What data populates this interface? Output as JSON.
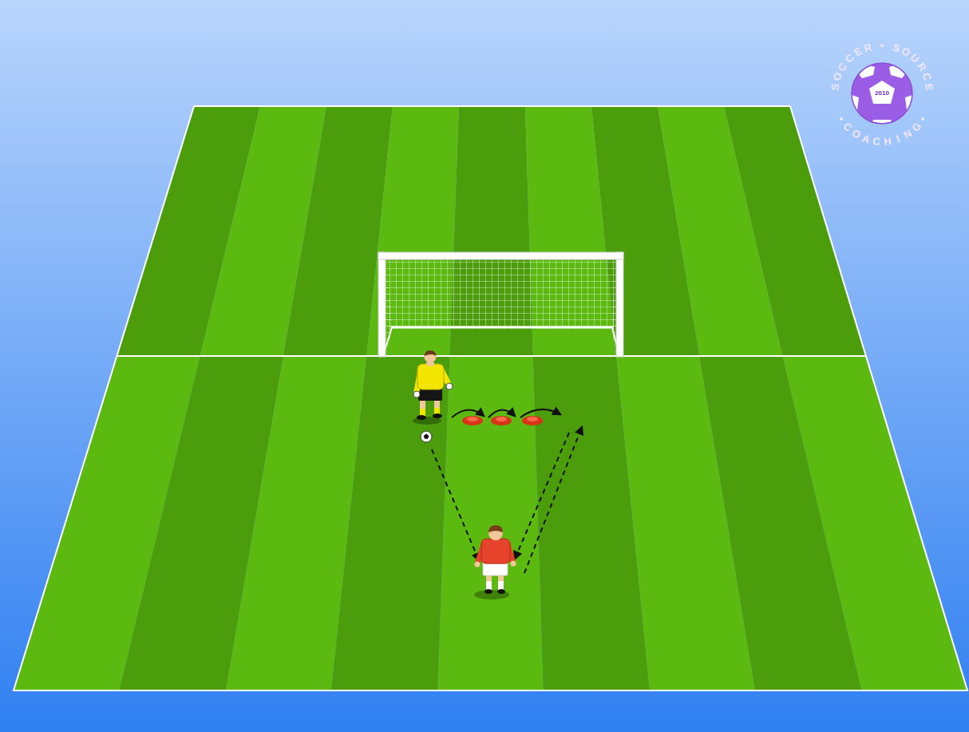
{
  "diagram": {
    "labels": [
      "SOCCER",
      "SOURCE",
      "COACHING",
      "2010"
    ]
  }
}
